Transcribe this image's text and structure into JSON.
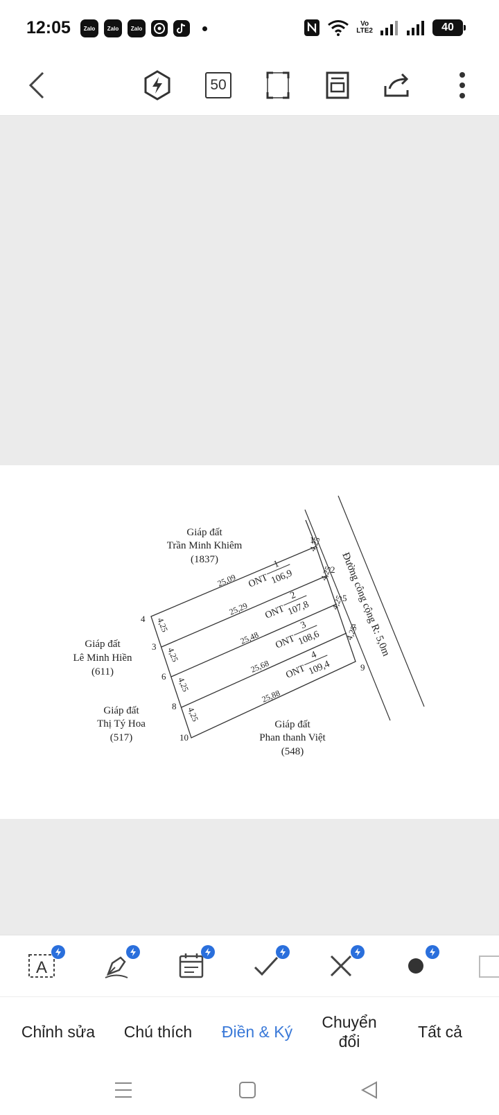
{
  "status_bar": {
    "time": "12:05",
    "notifications": [
      "Zalo",
      "Zalo",
      "Zalo"
    ],
    "network_label_top": "Vo",
    "network_label_bottom": "LTE2",
    "battery": "40"
  },
  "toolbar": {
    "zoom_label": "50"
  },
  "document": {
    "north_neighbor": {
      "line1": "Giáp đất",
      "line2": "Trần Minh Khiêm",
      "line3": "(1837)"
    },
    "west_neighbor": {
      "line1": "Giáp đất",
      "line2": "Lê Minh Hiền",
      "line3": "(611)"
    },
    "southwest_neighbor": {
      "line1": "Giáp đất",
      "line2": "Thị Tý Hoa",
      "line3": "(517)"
    },
    "south_neighbor": {
      "line1": "Giáp đất",
      "line2": "Phan thanh Việt",
      "line3": "(548)"
    },
    "road_label": "Đường công cộng R: 5,0m",
    "points": [
      "1",
      "2",
      "3",
      "4",
      "5",
      "6",
      "7",
      "8",
      "9",
      "10"
    ],
    "edge_lengths": [
      "25,09",
      "25,29",
      "25,48",
      "25,68",
      "25,88"
    ],
    "side_lengths": [
      "4,25",
      "4,25",
      "4,25",
      "4,25",
      "4,25",
      "4,25",
      "4,25",
      "4,25"
    ],
    "parcels": [
      {
        "type": "ONT",
        "number": "1",
        "area": "106,9"
      },
      {
        "type": "ONT",
        "number": "2",
        "area": "107,8"
      },
      {
        "type": "ONT",
        "number": "3",
        "area": "108,6"
      },
      {
        "type": "ONT",
        "number": "4",
        "area": "109,4"
      }
    ]
  },
  "tabs": [
    {
      "label": "Chỉnh sửa",
      "active": false
    },
    {
      "label": "Chú thích",
      "active": false
    },
    {
      "label": "Điền & Ký",
      "active": true
    },
    {
      "label": "Chuyển đổi",
      "active": false
    },
    {
      "label": "Tất cả",
      "active": false
    }
  ],
  "colors": {
    "accent": "#3a79d8",
    "badge": "#2a6fdc",
    "viewer_background": "#ebebeb"
  }
}
